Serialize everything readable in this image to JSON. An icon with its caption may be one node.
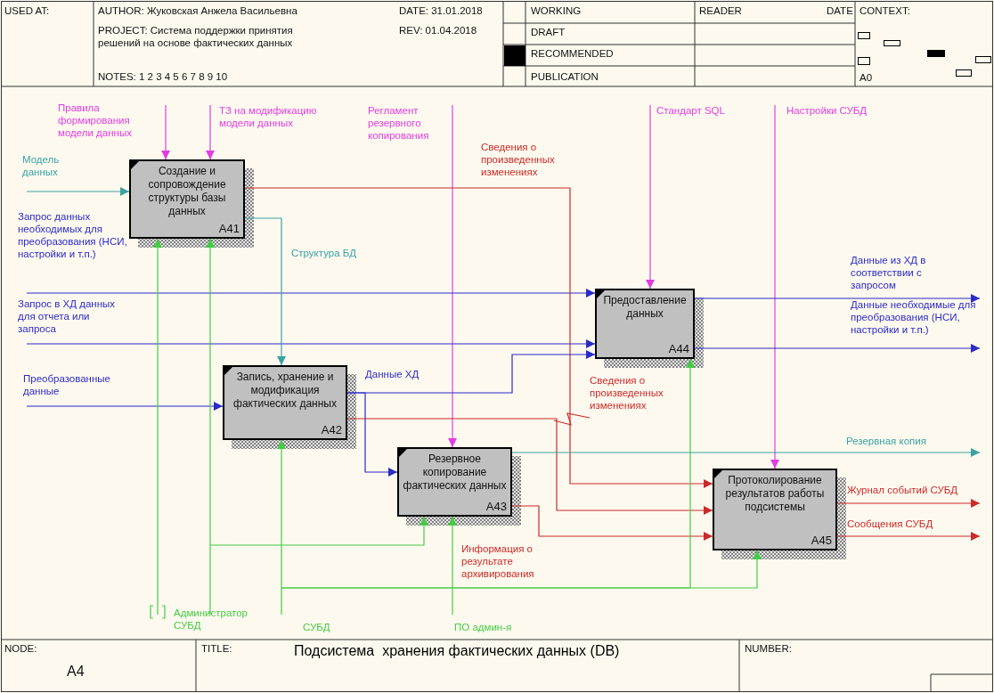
{
  "diagram": {
    "title": "Подсистема  хранения фактических данных (DB)",
    "nodes": [
      {
        "text": [
          "Создание и сопровождение структуры базы данных",
          "A41"
        ]
      },
      {
        "text": [
          "Запись, хранение  и модификация фактических данных",
          "A42"
        ]
      },
      {
        "text": [
          "Резервное копирование фактических данных",
          "A43"
        ]
      },
      {
        "text": [
          "Предоставление данных",
          "A44"
        ]
      },
      {
        "text": [
          "Протоколирование результатов работы подсистемы",
          "A45"
        ]
      }
    ],
    "edges": [
      {
        "from": null,
        "to": 0,
        "arrow": "to",
        "label": "Правила формирования модели данных",
        "color": "#e23de2"
      },
      {
        "from": null,
        "to": 0,
        "arrow": "to",
        "label": "ТЗ на модификацию модели данных",
        "color": "#e23de2"
      },
      {
        "from": null,
        "to": 2,
        "arrow": "to",
        "label": "Регламент резервного копирования",
        "color": "#e23de2"
      },
      {
        "from": null,
        "to": 3,
        "arrow": "to",
        "label": "Стандарт SQL",
        "color": "#e23de2"
      },
      {
        "from": null,
        "to": 4,
        "arrow": "to",
        "label": "Настройки СУБД",
        "color": "#e23de2"
      },
      {
        "from": null,
        "to": 0,
        "arrow": "to",
        "label": "Модель данных",
        "color": "#3aa3a3"
      },
      {
        "from": null,
        "to": 3,
        "arrow": "to",
        "label": "Запрос данных необходимых для преобразования (НСИ, настройки и т.п.)",
        "color": "#2b2bc8"
      },
      {
        "from": null,
        "to": 3,
        "arrow": "to",
        "label": "Запрос в ХД данных для отчета или запроса",
        "color": "#2b2bc8"
      },
      {
        "from": null,
        "to": 1,
        "arrow": "to",
        "label": "Преобразованные данные",
        "color": "#2b2bc8"
      },
      {
        "from": 0,
        "to": 1,
        "arrow": "to",
        "label": "Структура БД",
        "color": "#3aa3a3"
      },
      {
        "from": 0,
        "to": 4,
        "arrow": "to",
        "label": "Сведения о произведенных изменениях",
        "color": "#cc2a2a"
      },
      {
        "from": 1,
        "to": 3,
        "arrow": "to",
        "label": "Данные ХД",
        "color": "#2b2bc8"
      },
      {
        "from": 1,
        "to": 2,
        "arrow": "to",
        "color": "#2b2bc8"
      },
      {
        "from": 1,
        "to": 4,
        "arrow": "to",
        "label": "Сведения о произведенных изменениях",
        "color": "#cc2a2a"
      },
      {
        "from": 2,
        "to": null,
        "arrow": "to",
        "label": "Резервная копия",
        "color": "#3aa3a3"
      },
      {
        "from": 2,
        "to": 4,
        "arrow": "to",
        "label": "Информация о результате архивирования",
        "color": "#cc2a2a"
      },
      {
        "from": 3,
        "to": null,
        "arrow": "to",
        "label": "Данные из ХД в соответствии с запросом",
        "color": "#2b2bc8"
      },
      {
        "from": 3,
        "to": null,
        "arrow": "to",
        "label": "Данные необходимые для преобразования (НСИ, настройки и т.п.)",
        "color": "#2b2bc8"
      },
      {
        "from": 4,
        "to": null,
        "arrow": "to",
        "label": "Журнал событий СУБД",
        "color": "#cc2a2a"
      },
      {
        "from": 4,
        "to": null,
        "arrow": "to",
        "label": "Сообщения СУБД",
        "color": "#cc2a2a"
      },
      {
        "from": null,
        "to": 0,
        "arrow": "to",
        "color": "#44cc44"
      },
      {
        "from": null,
        "to": 0,
        "arrow": "to",
        "label": "Администратор СУБД",
        "color": "#44cc44"
      },
      {
        "from": null,
        "to": 2,
        "arrow": "to",
        "color": "#44cc44"
      },
      {
        "from": null,
        "to": 1,
        "arrow": "to",
        "label": "СУБД",
        "color": "#44cc44"
      },
      {
        "from": null,
        "to": 3,
        "arrow": "to",
        "color": "#44cc44"
      },
      {
        "from": null,
        "to": 4,
        "arrow": "to",
        "color": "#44cc44"
      },
      {
        "from": null,
        "to": 2,
        "arrow": "to",
        "label": "ПО админ-я",
        "color": "#44cc44"
      }
    ],
    "labels": [
      "USED AT:",
      "AUTHOR:  Жуковская Анжела Васильевна",
      "DATE: 31.01.2018",
      "PROJECT:  Система поддержки принятия решений на основе фактических данных",
      "REV:  01.04.2018",
      "NOTES:  1  2  3  4  5  6  7  8  9  10",
      "WORKING",
      "READER",
      "DATE",
      "CONTEXT:",
      "DRAFT",
      "RECOMMENDED",
      "PUBLICATION",
      "A0",
      "NODE:",
      "A4",
      "TITLE:",
      "NUMBER:"
    ]
  }
}
